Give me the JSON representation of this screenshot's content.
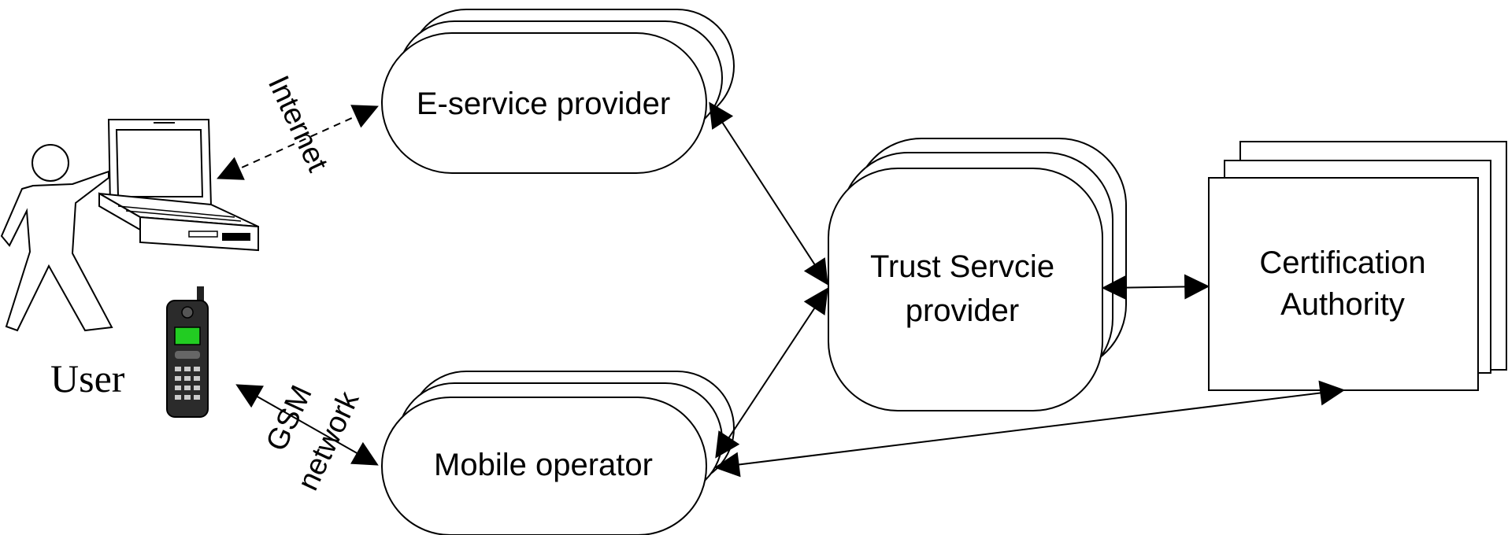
{
  "nodes": {
    "user_label": "User",
    "eservice": "E-service provider",
    "mobile_operator": "Mobile operator",
    "trust_line1": "Trust Servcie",
    "trust_line2": "provider",
    "ca_line1": "Certification",
    "ca_line2": "Authority"
  },
  "links": {
    "internet": "Internet",
    "gsm_line1": "GSM",
    "gsm_line2": "network"
  },
  "icons": [
    "user-figure-icon",
    "laptop-icon",
    "mobile-phone-icon"
  ],
  "colors": {
    "stroke": "#000000",
    "background": "#ffffff",
    "phone_screen": "#22cc22"
  }
}
